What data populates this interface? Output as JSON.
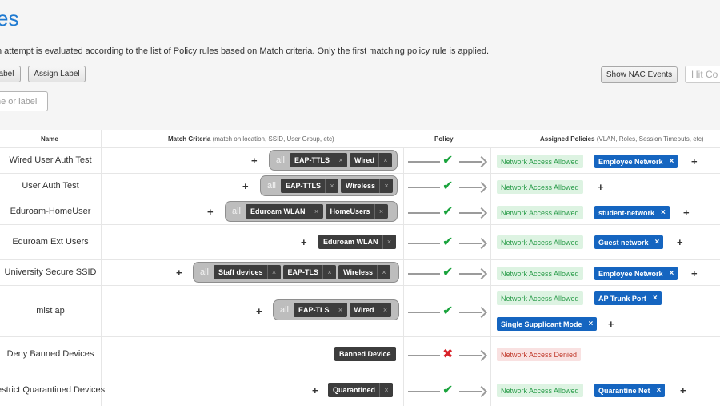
{
  "page": {
    "title": "es",
    "description": "n attempt is evaluated according to the list of Policy rules based on Match criteria. Only the first matching policy rule is applied.",
    "buttons": {
      "label_cut": "abel",
      "assign_label": "Assign Label",
      "show_nac_events": "Show NAC Events",
      "hit_count_cut": "Hit Co"
    },
    "search_placeholder": "ne or label"
  },
  "table": {
    "headers": {
      "name": "Name",
      "match": "Match Criteria",
      "match_sub": "(match on location, SSID, User Group, etc)",
      "policy": "Policy",
      "assigned": "Assigned Policies",
      "assigned_sub": "(VLAN, Roles, Session Timeouts, etc)"
    },
    "group_all": "all",
    "close_glyph": "×",
    "plus_glyph": "+",
    "rows": [
      {
        "name": "Wired User Auth Test",
        "match": [
          "EAP-TTLS",
          "Wired"
        ],
        "policy": "allow",
        "assigned": [
          "Network Access Allowed",
          "Employee Network"
        ]
      },
      {
        "name": "User Auth Test",
        "match": [
          "EAP-TTLS",
          "Wireless"
        ],
        "policy": "allow",
        "assigned": [
          "Network Access Allowed"
        ]
      },
      {
        "name": "Eduroam-HomeUser",
        "match": [
          "Eduroam WLAN",
          "HomeUsers"
        ],
        "policy": "allow",
        "assigned": [
          "Network Access Allowed",
          "student-network"
        ]
      },
      {
        "name": "Eduroam Ext Users",
        "match": [
          "Eduroam WLAN"
        ],
        "policy": "allow",
        "assigned": [
          "Network Access Allowed",
          "Guest network"
        ]
      },
      {
        "name": "University Secure SSID",
        "match": [
          "Staff devices",
          "EAP-TLS",
          "Wireless"
        ],
        "policy": "allow",
        "assigned": [
          "Network Access Allowed",
          "Employee Network"
        ]
      },
      {
        "name": "mist ap",
        "match": [
          "EAP-TLS",
          "Wired"
        ],
        "policy": "allow",
        "assigned": [
          "Network Access Allowed",
          "AP Trunk Port",
          "Single Supplicant Mode"
        ]
      },
      {
        "name": "Deny Banned Devices",
        "match": [
          "Banned Device"
        ],
        "policy": "deny",
        "assigned": [
          "Network Access Denied"
        ]
      },
      {
        "name": "estrict Quarantined Devices",
        "match": [
          "Quarantined"
        ],
        "policy": "allow",
        "assigned": [
          "Network Access Allowed",
          "Quarantine Net"
        ]
      }
    ]
  }
}
